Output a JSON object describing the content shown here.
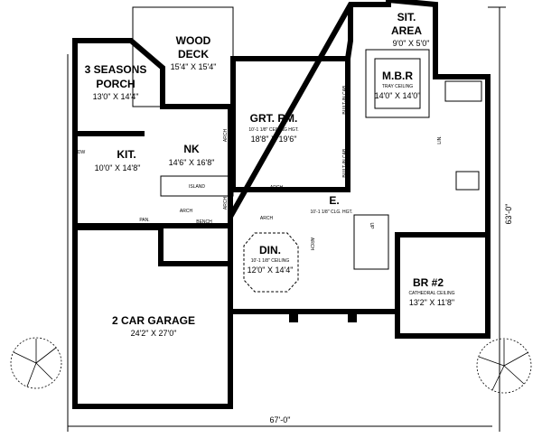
{
  "rooms": {
    "deck": {
      "name1": "WOOD",
      "name2": "DECK",
      "size": "15'4\" X 15'4\""
    },
    "porch": {
      "name1": "3 SEASONS",
      "name2": "PORCH",
      "size": "13'0\" X 14'4\""
    },
    "great_room": {
      "name": "GRT. RM.",
      "note": "10'-1 1/8\" CEILING HGT.",
      "size": "18'8\" X 19'6\""
    },
    "kitchen": {
      "name": "KIT.",
      "size": "10'0\" X 14'8\"",
      "island": "ISLAND"
    },
    "nook": {
      "name": "NK",
      "size": "14'6\" X 16'8\""
    },
    "entry": {
      "name": "E.",
      "note": "10'-1 1/8\" CLG. HGT."
    },
    "dining": {
      "name": "DIN.",
      "note": "10'-1 1/8\" CEILING",
      "size": "12'0\" X 14'4\""
    },
    "garage": {
      "name": "2 CAR GARAGE",
      "size": "24'2\" X 27'0\""
    },
    "br2": {
      "name": "BR #2",
      "note": "CATHEDRAL CEILING",
      "size": "13'2\" X 11'8\""
    },
    "sit_area": {
      "name1": "SIT.",
      "name2": "AREA",
      "size": "9'0\" X 5'0\""
    },
    "mbr": {
      "name": "M.B.R",
      "note": "TRAY CEILING",
      "size": "14'0\" X 14'0\""
    }
  },
  "small_labels": {
    "arch": "ARCH",
    "pantry": "PAN.",
    "bench": "BENCH",
    "builtin": "BUILT-IN CAB.",
    "dw": "DW",
    "lin": "LIN.",
    "up": "UP"
  },
  "dimensions": {
    "width": "67'-0\"",
    "depth": "63'-0\""
  }
}
